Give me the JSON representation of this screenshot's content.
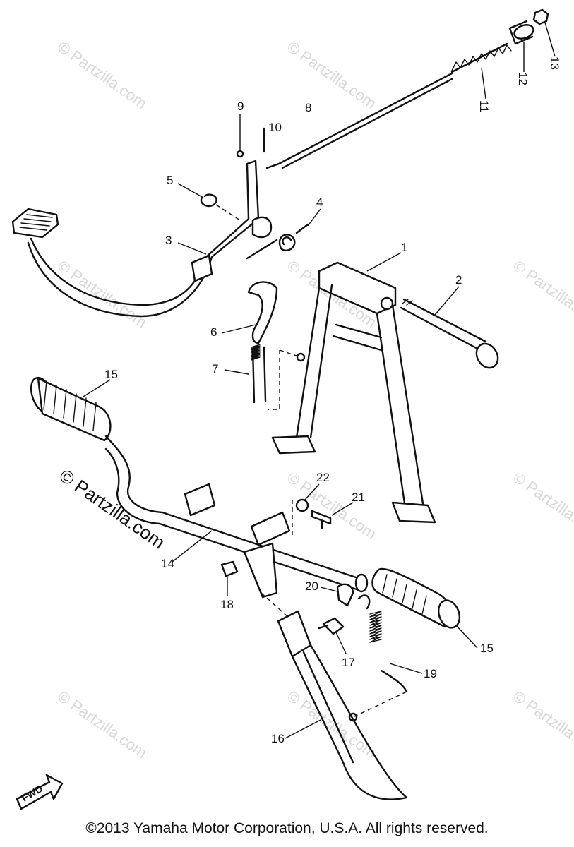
{
  "watermark": "© Partzilla.com",
  "fwd_label": "FWD",
  "copyright": "©2013 Yamaha Motor Corporation, U.S.A. All rights reserved.",
  "callouts": {
    "c1": "1",
    "c2": "2",
    "c3": "3",
    "c4": "4",
    "c5": "5",
    "c6": "6",
    "c7": "7",
    "c8": "8",
    "c9": "9",
    "c10": "10",
    "c11": "11",
    "c12": "12",
    "c13": "13",
    "c14": "14",
    "c15a": "15",
    "c15b": "15",
    "c16": "16",
    "c17": "17",
    "c18": "18",
    "c19": "19",
    "c20": "20",
    "c21": "21",
    "c22": "22"
  }
}
